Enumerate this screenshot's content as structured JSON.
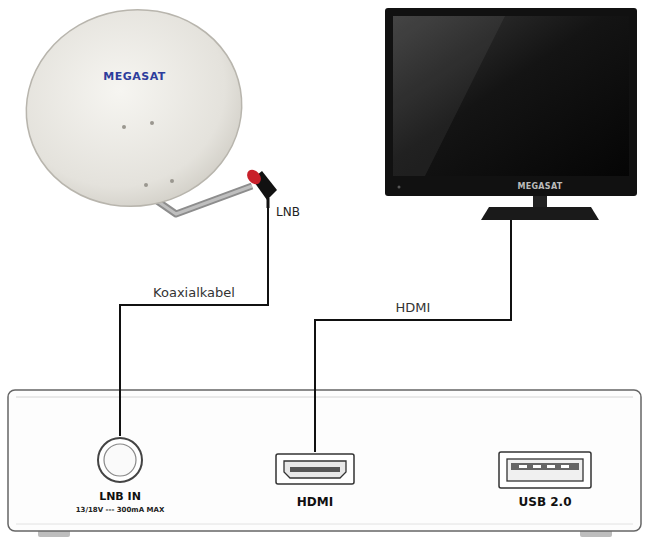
{
  "diagram": {
    "nodes": [
      {
        "text": [
          "MEGASAT"
        ]
      },
      {
        "text": [
          "MEGASAT"
        ]
      },
      {
        "text": [
          "LNB"
        ]
      },
      {
        "text": [
          "LNB IN",
          "13/18V --- 300mA MAX"
        ]
      },
      {
        "text": [
          "HDMI"
        ]
      },
      {
        "text": [
          "USB 2.0"
        ]
      }
    ],
    "edges": [
      {
        "from": 2,
        "to": 3,
        "label": "Koaxialkabel",
        "arrow": "none"
      },
      {
        "from": 1,
        "to": 4,
        "label": "HDMI",
        "arrow": "none"
      }
    ]
  }
}
